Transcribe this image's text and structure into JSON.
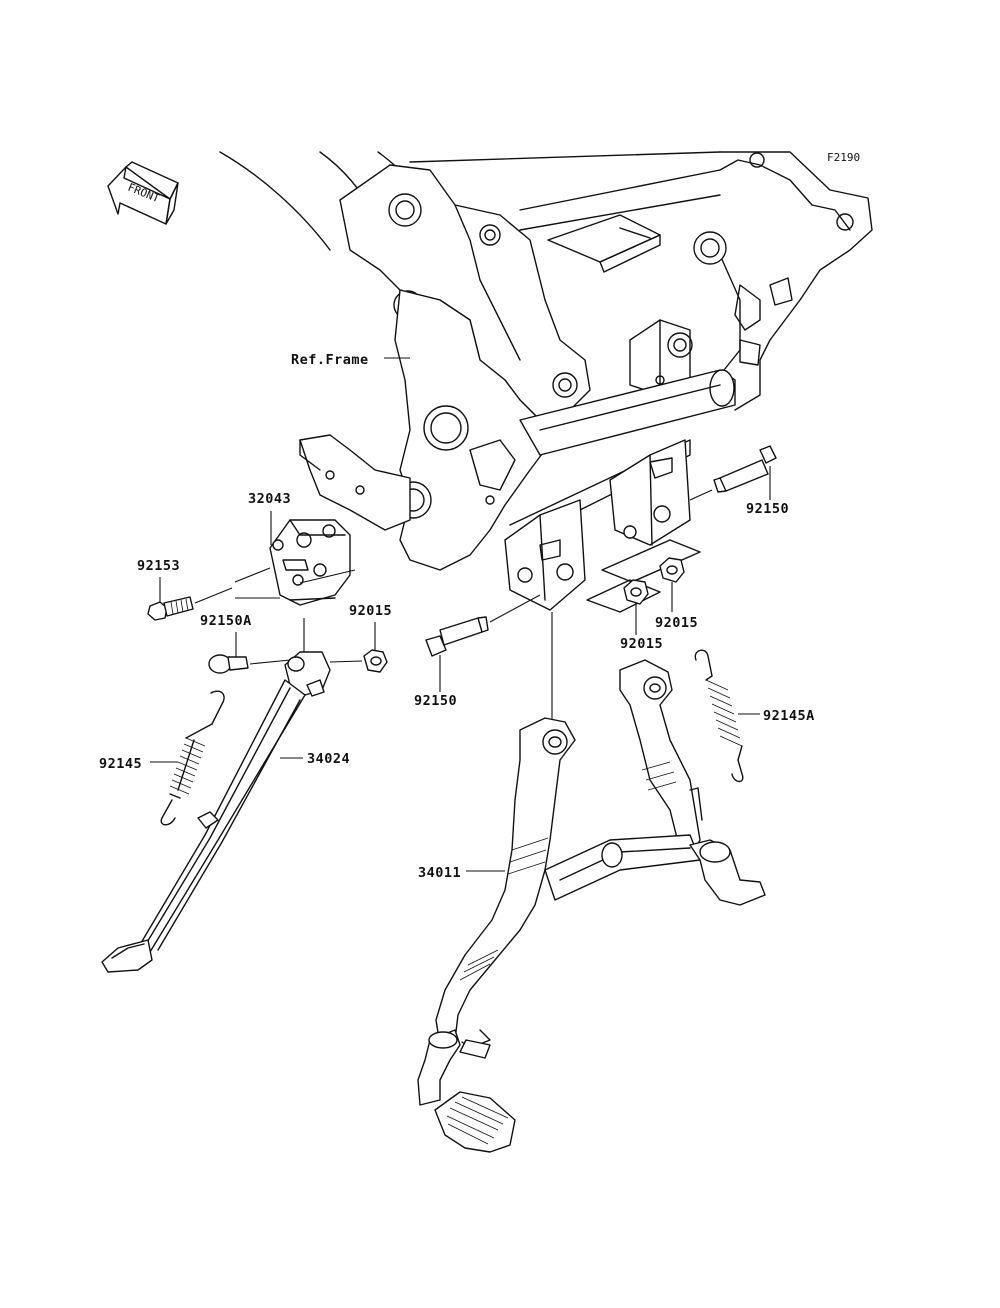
{
  "drawing_code": "F2190",
  "front_label": "FRONT",
  "labels": {
    "ref_frame": "Ref.Frame",
    "p32043": "32043",
    "p92153": "92153",
    "p92150A": "92150A",
    "p92015_left": "92015",
    "p92145": "92145",
    "p34024": "34024",
    "p92150_lower": "92150",
    "p92150_right": "92150",
    "p92015_mid": "92015",
    "p92015_right": "92015",
    "p92145A": "92145A",
    "p34011": "34011"
  }
}
